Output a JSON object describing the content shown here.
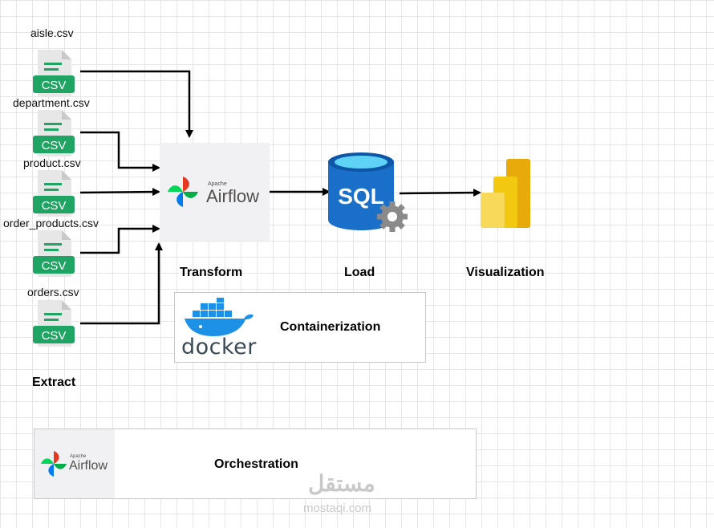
{
  "files": [
    {
      "name": "aisle.csv",
      "badge": "CSV"
    },
    {
      "name": "department.csv",
      "badge": "CSV"
    },
    {
      "name": "product.csv",
      "badge": "CSV"
    },
    {
      "name": "order_products.csv",
      "badge": "CSV"
    },
    {
      "name": "orders.csv",
      "badge": "CSV"
    }
  ],
  "stages": {
    "extract": "Extract",
    "transform": "Transform",
    "load": "Load",
    "visualization": "Visualization",
    "containerization": "Containerization",
    "orchestration": "Orchestration"
  },
  "airflow": {
    "apache": "Apache",
    "name": "Airflow"
  },
  "sql": {
    "label": "SQL"
  },
  "docker": {
    "wordmark": "docker"
  },
  "watermark": {
    "arabic": "مستقل",
    "latin": "mostaqi.com"
  },
  "colors": {
    "csv_green": "#1fa463",
    "csv_doc": "#e7e7e7",
    "sql_blue": "#1a6fc9",
    "docker_blue": "#1d91e6",
    "powerbi_gold": "#f2c811"
  },
  "icons": [
    "csv-file-icon",
    "airflow-logo-icon",
    "sql-database-icon",
    "gear-icon",
    "power-bi-icon",
    "docker-logo-icon"
  ]
}
